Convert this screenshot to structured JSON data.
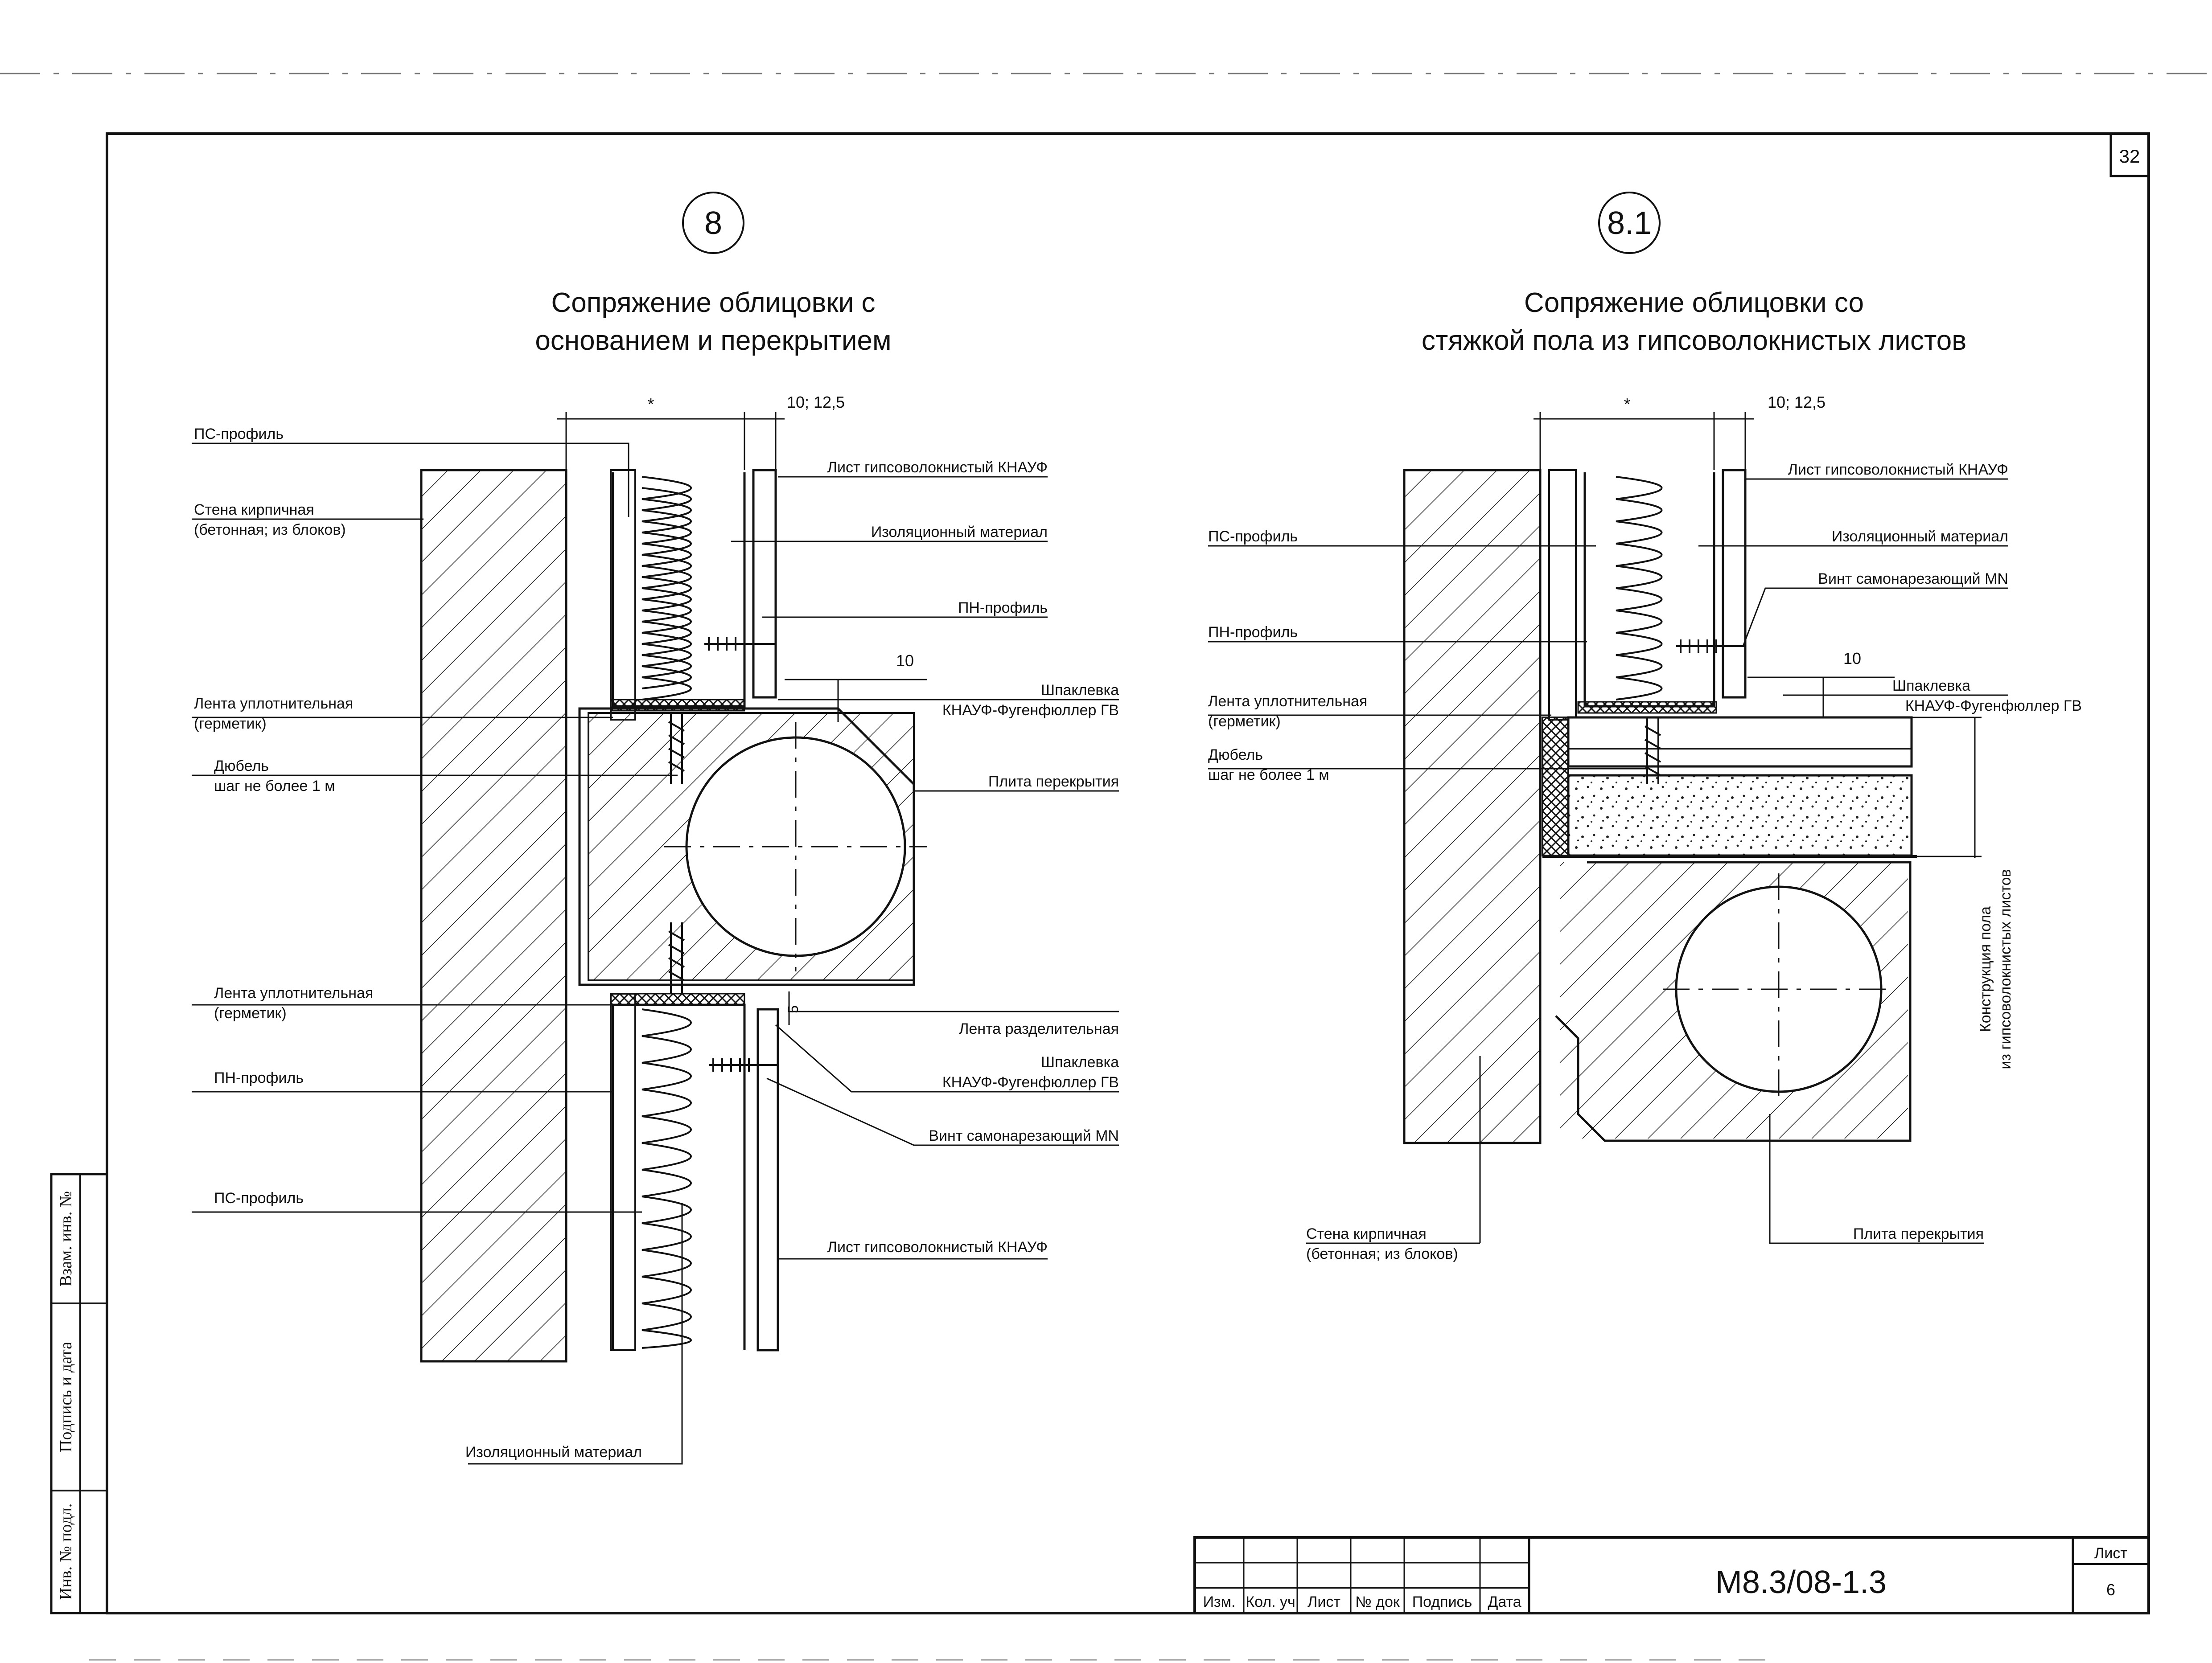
{
  "sheet": {
    "corner_number": "32",
    "code": "М8.3/08-1.3",
    "sheet_label": "Лист",
    "sheet_number": "6"
  },
  "title_block": {
    "columns": [
      "Изм.",
      "Кол. уч",
      "Лист",
      "№ док",
      "Подпись",
      "Дата"
    ]
  },
  "side_stamp": {
    "cells": [
      "Взам. инв. №",
      "Подпись и дата",
      "Инв. № подл."
    ]
  },
  "detail_8": {
    "number": "8",
    "title_line1": "Сопряжение облицовки с",
    "title_line2": "основанием и перекрытием",
    "dim_top": "10; 12,5",
    "dim_star": "*",
    "dim_gap": "10",
    "dim_five": "5",
    "labels": {
      "ps_profile_top": "ПС-профиль",
      "wall_1": "Стена кирпичная",
      "wall_2": "(бетонная; из блоков)",
      "sheet_top": "Лист гипсоволокнистый КНАУФ",
      "insulation_top": "Изоляционный материал",
      "pn_profile_top": "ПН-профиль",
      "tape_top_1": "Лента уплотнительная",
      "tape_top_2": "(герметик)",
      "putty_top_1": "Шпаклевка",
      "putty_top_2": "КНАУФ-Фугенфюллер ГВ",
      "dowel_1": "Дюбель",
      "dowel_2": "шаг  не более 1 м",
      "slab": "Плита перекрытия",
      "tape_bottom_1": "Лента уплотнительная",
      "tape_bottom_2": "(герметик)",
      "separating_tape": "Лента разделительная",
      "pn_profile_bottom": "ПН-профиль",
      "putty_bottom_1": "Шпаклевка",
      "putty_bottom_2": "КНАУФ-Фугенфюллер ГВ",
      "screw": "Винт самонарезающий MN",
      "ps_profile_bottom": "ПС-профиль",
      "sheet_bottom": "Лист гипсоволокнистый КНАУФ",
      "insulation_bottom": "Изоляционный материал"
    }
  },
  "detail_81": {
    "number": "8.1",
    "title_line1": "Сопряжение облицовки со",
    "title_line2": "стяжкой пола из гипсоволокнистых листов",
    "dim_top": "10; 12,5",
    "dim_star": "*",
    "dim_gap": "10",
    "labels": {
      "sheet": "Лист гипсоволокнистый КНАУФ",
      "ps_profile": "ПС-профиль",
      "insulation": "Изоляционный материал",
      "screw": "Винт самонарезающий MN",
      "pn_profile": "ПН-профиль",
      "putty_1": "Шпаклевка",
      "putty_2": "КНАУФ-Фугенфюллер ГВ",
      "tape_1": "Лента уплотнительная",
      "tape_2": "(герметик)",
      "dowel_1": "Дюбель",
      "dowel_2": "шаг  не более 1 м",
      "floor_1": "Конструкция пола",
      "floor_2": "из гипсоволокнистых листов",
      "wall_1": "Стена кирпичная",
      "wall_2": "(бетонная; из блоков)",
      "slab": "Плита перекрытия"
    }
  }
}
